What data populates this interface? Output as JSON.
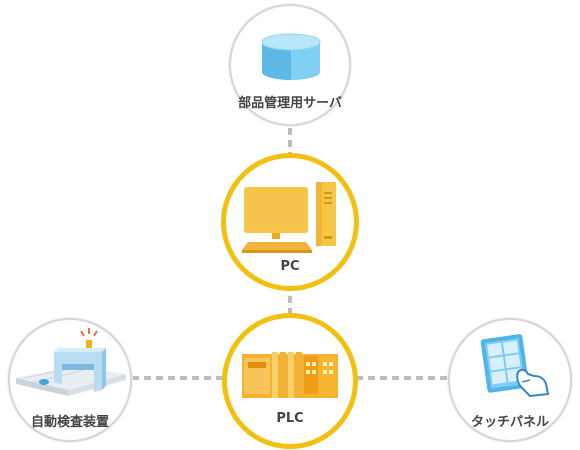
{
  "nodes": {
    "server": {
      "label": "部品管理用サーバ",
      "icon": "database-server-icon"
    },
    "pc": {
      "label": "PC",
      "icon": "desktop-computer-icon"
    },
    "plc": {
      "label": "PLC",
      "icon": "plc-module-icon"
    },
    "inspection": {
      "label": "自動検査装置",
      "icon": "inspection-machine-icon"
    },
    "touch_panel": {
      "label": "タッチパネル",
      "icon": "touch-panel-icon"
    }
  },
  "colors": {
    "accent_ring": "#f2c010",
    "neutral_ring": "#d6d6d6",
    "connector": "#bdbdbd",
    "label_text": "#444444"
  }
}
